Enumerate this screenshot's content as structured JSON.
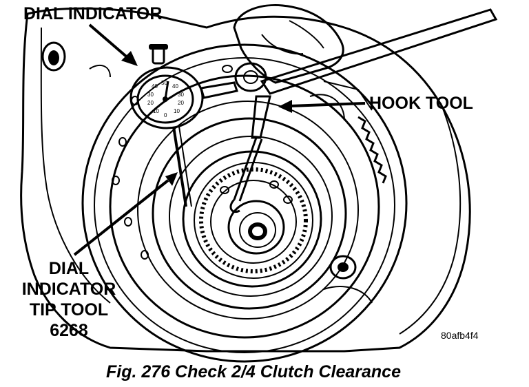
{
  "labels": {
    "dial_indicator": "DIAL INDICATOR",
    "hook_tool": "HOOK TOOL",
    "tip_tool_line1": "DIAL",
    "tip_tool_line2": "INDICATOR",
    "tip_tool_line3": "TIP TOOL",
    "tip_tool_line4": "6268"
  },
  "image_id": "80afb4f4",
  "caption": "Fig. 276 Check 2/4 Clutch Clearance",
  "dial_face": {
    "tick_labels": [
      "50",
      "40",
      "30",
      "20",
      "10",
      "0",
      "10",
      "20",
      "30",
      "40"
    ]
  }
}
